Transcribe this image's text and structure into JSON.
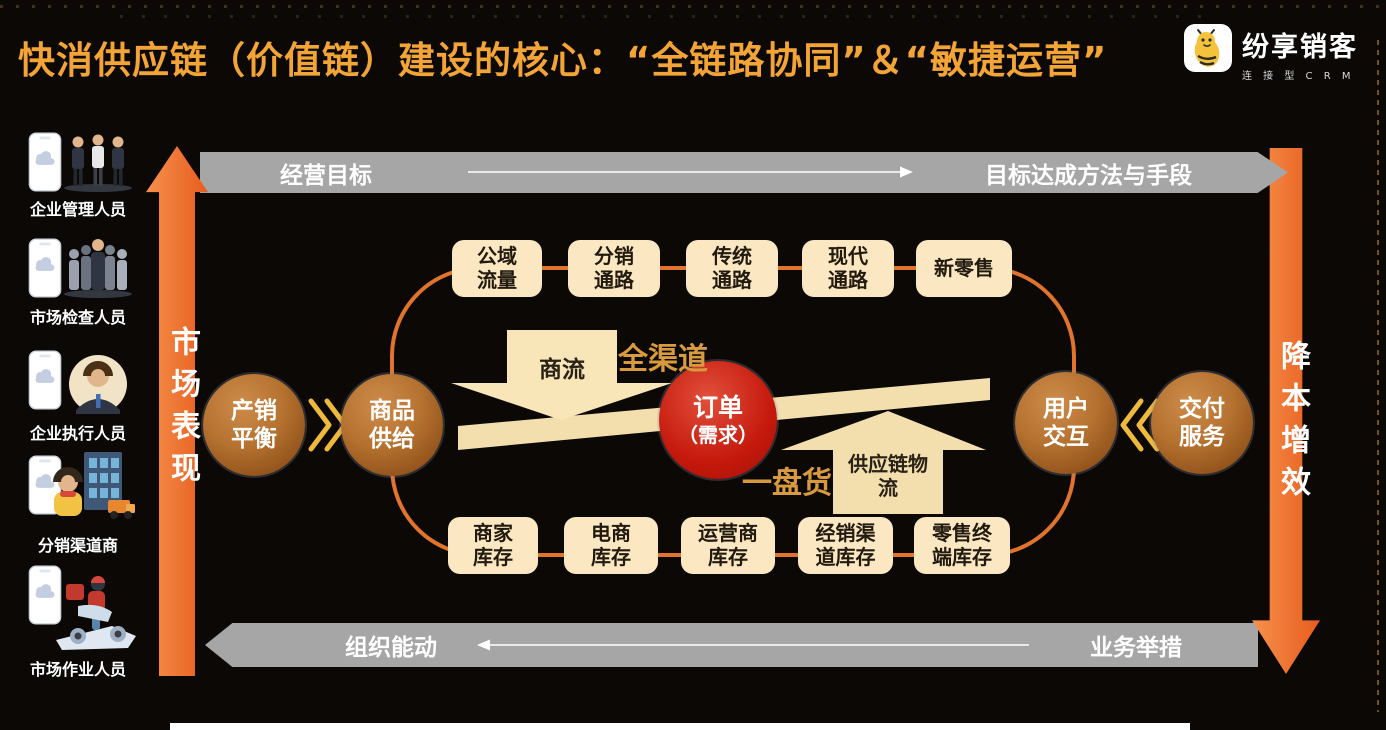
{
  "slide": {
    "title": "快消供应链（价值链）建设的核心：“全链路协同”＆“敏捷运营”"
  },
  "logo": {
    "brand": "纷享销客",
    "tagline": "连 接 型 C R M"
  },
  "roles": [
    {
      "label": "企业管理人员",
      "icon": "phone-managers-icon"
    },
    {
      "label": "市场检查人员",
      "icon": "phone-inspectors-icon"
    },
    {
      "label": "企业执行人员",
      "icon": "phone-executive-icon"
    },
    {
      "label": "分销渠道商",
      "icon": "phone-distributor-icon"
    },
    {
      "label": "市场作业人员",
      "icon": "phone-field-worker-icon"
    }
  ],
  "side_arrows": {
    "left": "市场表现",
    "right": "降本增效"
  },
  "top_bar": {
    "left": "经营目标",
    "right": "目标达成方法与手段"
  },
  "bottom_bar": {
    "left": "组织能动",
    "right": "业务举措"
  },
  "chain": {
    "top_channels": [
      {
        "line1": "公域",
        "line2": "流量"
      },
      {
        "line1": "分销",
        "line2": "通路"
      },
      {
        "line1": "传统",
        "line2": "通路"
      },
      {
        "line1": "现代",
        "line2": "通路"
      },
      {
        "line1": "新零售",
        "line2": ""
      }
    ],
    "bottom_inventories": [
      {
        "line1": "商家",
        "line2": "库存"
      },
      {
        "line1": "电商",
        "line2": "库存"
      },
      {
        "line1": "运营商",
        "line2": "库存"
      },
      {
        "line1": "经销渠",
        "line2": "道库存"
      },
      {
        "line1": "零售终",
        "line2": "端库存"
      }
    ]
  },
  "nodes": {
    "production_sales": {
      "line1": "产销",
      "line2": "平衡"
    },
    "goods_supply": {
      "line1": "商品",
      "line2": "供给"
    },
    "order": {
      "line1": "订单",
      "line2": "（需求）"
    },
    "user_interaction": {
      "line1": "用户",
      "line2": "交互"
    },
    "delivery_service": {
      "line1": "交付",
      "line2": "服务"
    }
  },
  "flows": {
    "commerce_flow": "商流",
    "omni_channel": "全渠道",
    "supply_logistics_line1": "供应链物",
    "supply_logistics_line2": "流",
    "one_inventory": "一盘货"
  },
  "colors": {
    "title_gold": "#F3A437",
    "arrow_orange": "#E75C1E",
    "loop_orange": "#E0742C",
    "cream_box": "#FBE8C2",
    "bronze_node": "#B4712F",
    "red_node": "#C5190C",
    "gray_bar": "#A6A6A6",
    "gold_text": "#D89A3E"
  }
}
